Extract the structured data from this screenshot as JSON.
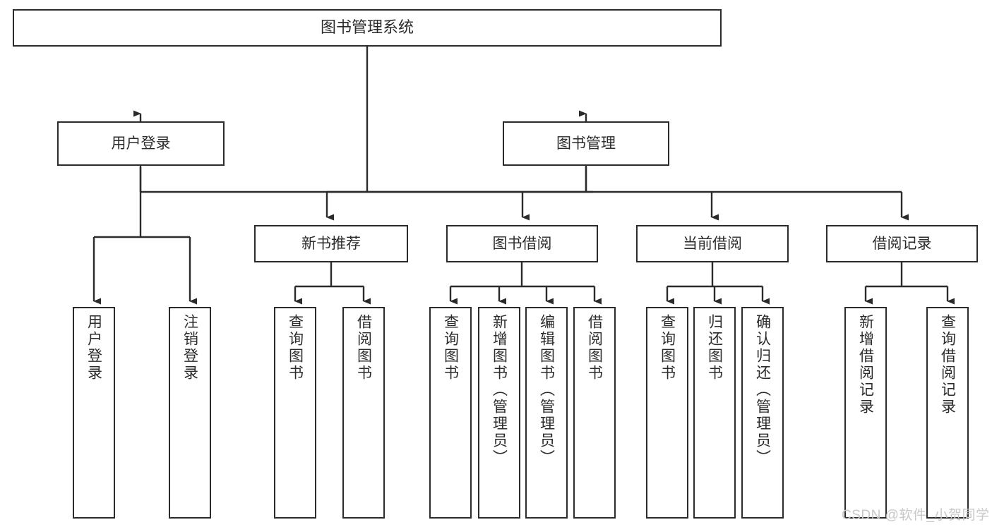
{
  "diagram": {
    "title": "图书管理系统",
    "type": "tree-hierarchy",
    "watermark": "CSDN @软件_小贺同学",
    "colors": {
      "box_border": "#2b2b2b",
      "box_fill": "#ffffff",
      "text": "#2b2b2b",
      "connector": "#2b2b2b",
      "watermark": "#c8c8c8",
      "background": "#ffffff"
    },
    "nodes": {
      "root": {
        "label": "图书管理系统"
      },
      "level2": [
        {
          "id": "user-login",
          "label": "用户登录"
        },
        {
          "id": "book-management",
          "label": "图书管理"
        }
      ],
      "level3": [
        {
          "id": "new-book-recommend",
          "label": "新书推荐"
        },
        {
          "id": "book-borrow",
          "label": "图书借阅"
        },
        {
          "id": "current-borrow",
          "label": "当前借阅"
        },
        {
          "id": "borrow-record",
          "label": "借阅记录"
        }
      ],
      "leaves": {
        "user-login": [
          {
            "id": "user-login-leaf",
            "label": "用户登录"
          },
          {
            "id": "logout-leaf",
            "label": "注销登录"
          }
        ],
        "new-book-recommend": [
          {
            "id": "query-book-1",
            "label": "查询图书"
          },
          {
            "id": "borrow-book-1",
            "label": "借阅图书"
          }
        ],
        "book-borrow": [
          {
            "id": "query-book-2",
            "label": "查询图书"
          },
          {
            "id": "add-book",
            "label": "新增图书（管理员）"
          },
          {
            "id": "edit-book",
            "label": "编辑图书（管理员）"
          },
          {
            "id": "borrow-book-2",
            "label": "借阅图书"
          }
        ],
        "current-borrow": [
          {
            "id": "query-book-3",
            "label": "查询图书"
          },
          {
            "id": "return-book",
            "label": "归还图书"
          },
          {
            "id": "confirm-return",
            "label": "确认归还（管理员）"
          }
        ],
        "borrow-record": [
          {
            "id": "add-borrow-record",
            "label": "新增借阅记录"
          },
          {
            "id": "query-borrow-record",
            "label": "查询借阅记录"
          }
        ]
      }
    }
  }
}
